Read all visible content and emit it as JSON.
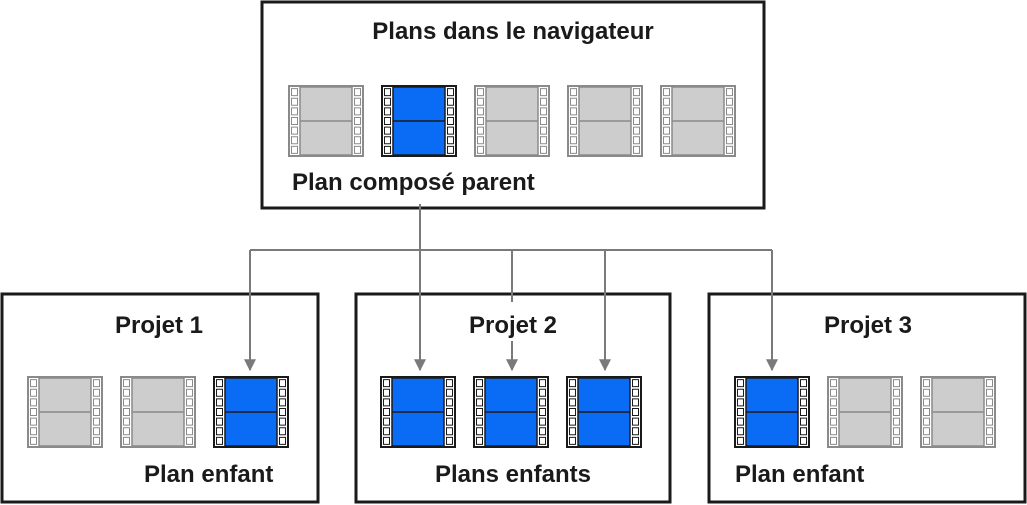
{
  "colors": {
    "selected_fill": "#0a6cf4",
    "unselected_fill": "#cdcdcd",
    "box_border": "#1a1a1a",
    "arrow": "#7a7a7a"
  },
  "browser": {
    "title": "Plans dans le navigateur",
    "parent_label": "Plan composé parent",
    "clips": [
      "unselected",
      "selected",
      "unselected",
      "unselected",
      "unselected"
    ]
  },
  "projects": [
    {
      "title": "Projet 1",
      "child_label": "Plan enfant",
      "clips": [
        "unselected",
        "unselected",
        "selected"
      ]
    },
    {
      "title": "Projet 2",
      "child_label": "Plans enfants",
      "clips": [
        "selected",
        "selected",
        "selected"
      ]
    },
    {
      "title": "Projet 3",
      "child_label": "Plan enfant",
      "clips": [
        "selected",
        "unselected",
        "unselected"
      ]
    }
  ],
  "icons": [
    "film-clip-icon",
    "arrow-icon"
  ]
}
